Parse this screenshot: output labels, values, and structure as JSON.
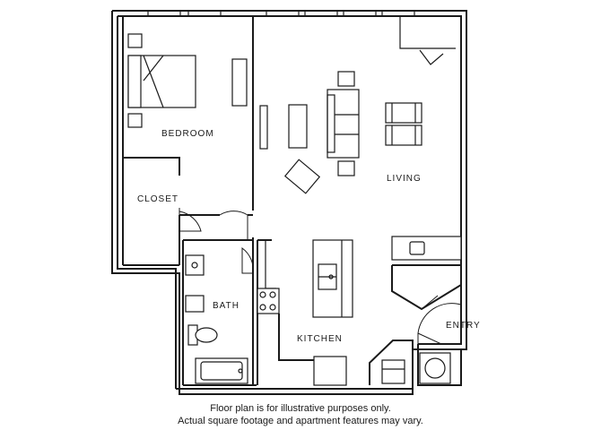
{
  "rooms": {
    "bedroom": "BEDROOM",
    "closet": "CLOSET",
    "living": "LIVING",
    "bath": "BATH",
    "kitchen": "KITCHEN",
    "entry": "ENTRY"
  },
  "disclaimer": {
    "line1": "Floor plan is for illustrative purposes only.",
    "line2": "Actual square footage and apartment features may vary."
  }
}
